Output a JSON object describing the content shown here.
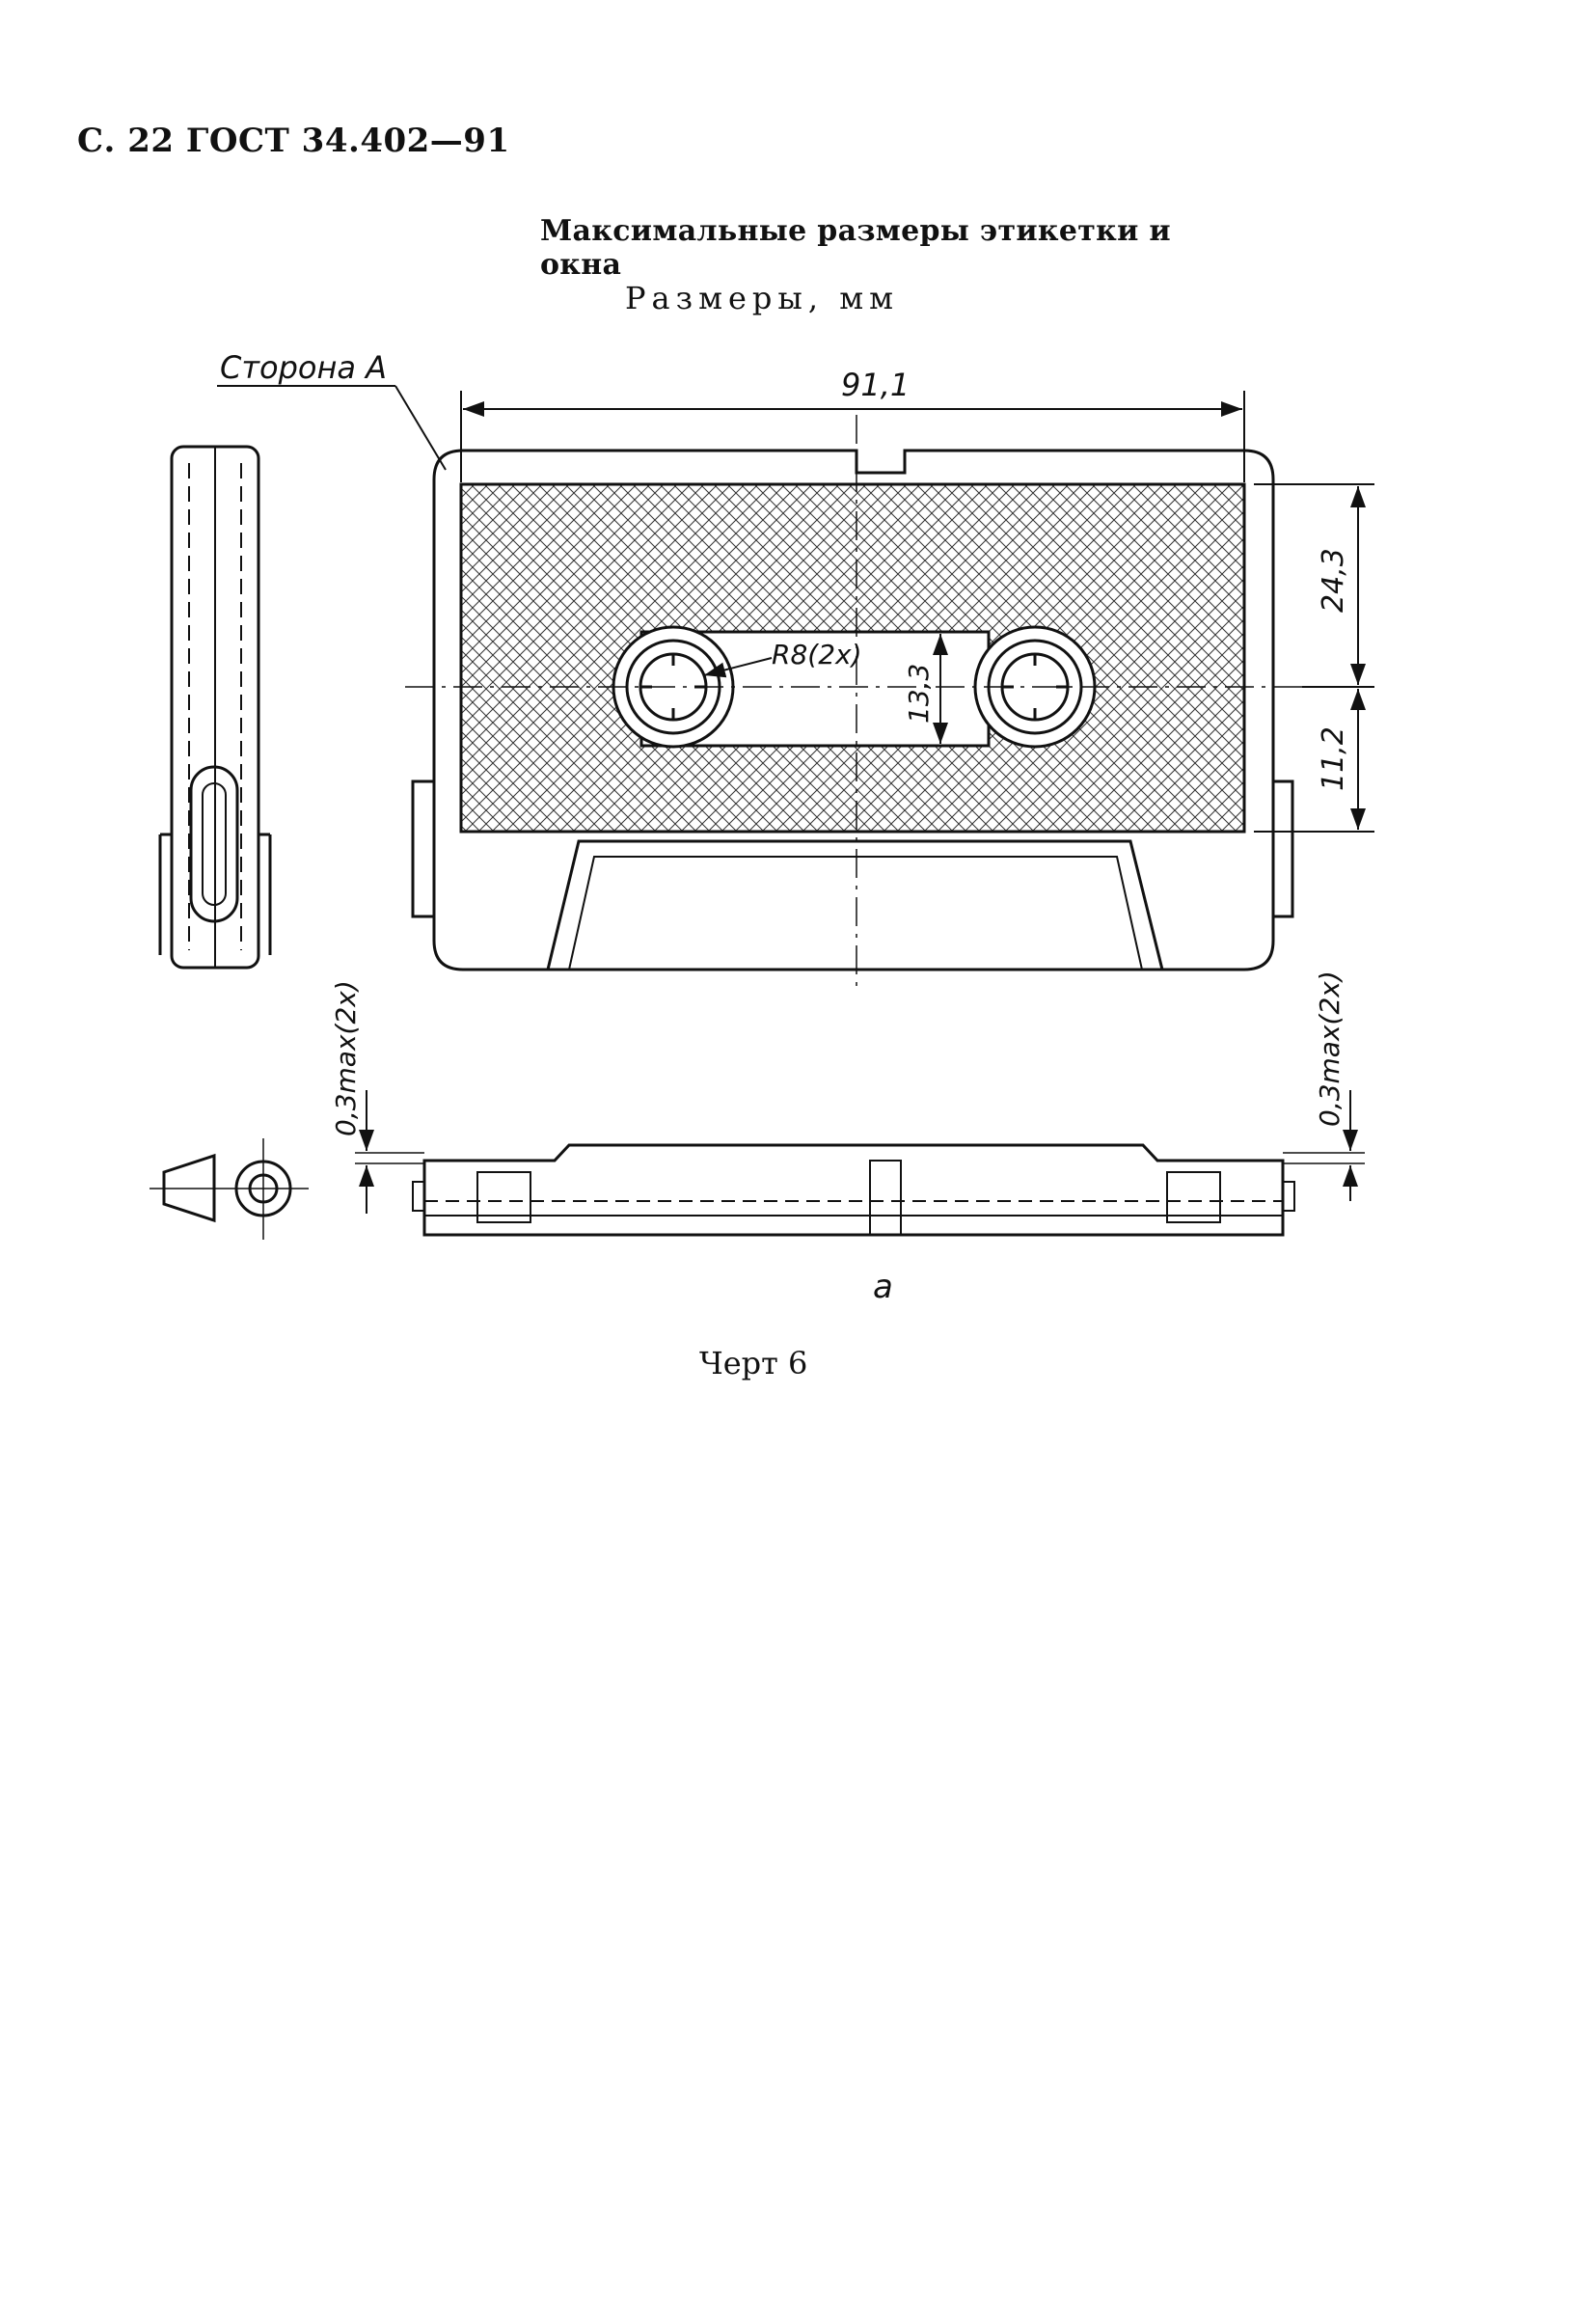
{
  "header": {
    "text": "С. 22 ГОСТ 34.402—91"
  },
  "figure": {
    "title": "Максимальные размеры этикетки и окна",
    "units": "Размеры, мм",
    "caption": "Черт 6"
  },
  "drawing": {
    "side_label": "Сторона А",
    "dim_width": "91,1",
    "dim_label_height": "24,3",
    "dim_lower_height": "11,2",
    "dim_window_height": "13,3",
    "dim_radius": "R8(2x)",
    "dim_left_thickness": "0,3max(2x)",
    "dim_right_thickness": "0,3max(2x)",
    "view_label": "а"
  }
}
